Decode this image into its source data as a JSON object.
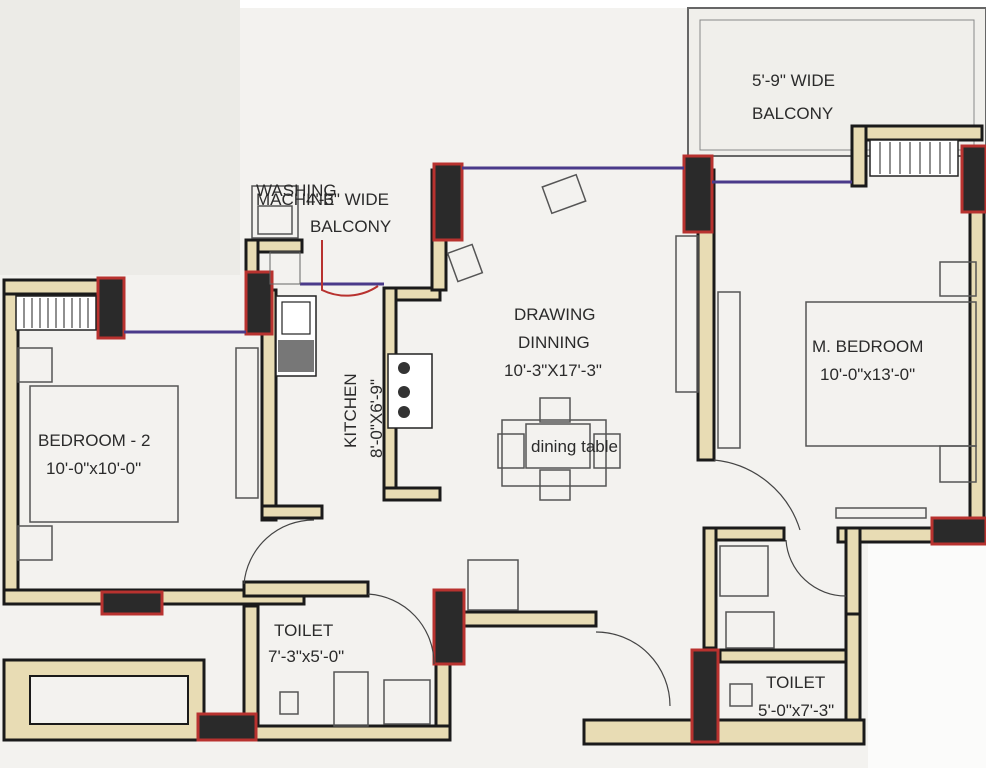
{
  "rooms": {
    "balcony_top": {
      "line1": "5'-9\" WIDE",
      "line2": "BALCONY"
    },
    "balcony_small": {
      "line1": "4'-3\" WIDE",
      "line2": "BALCONY"
    },
    "washing_machine": {
      "line1": "WASHING",
      "line2": "MACHINE"
    },
    "kitchen": {
      "name": "KITCHEN",
      "size": "8'-0\"X6'-9\""
    },
    "drawing": {
      "line1": "DRAWING",
      "line2": "DINNING",
      "size": "10'-3\"X17'-3\""
    },
    "master_bedroom": {
      "name": "M. BEDROOM",
      "size": "10'-0\"x13'-0\""
    },
    "bedroom2": {
      "name": "BEDROOM - 2",
      "size": "10'-0\"x10'-0\""
    },
    "toilet1": {
      "name": "TOILET",
      "size": "7'-3\"x5'-0\""
    },
    "toilet2": {
      "name": "TOILET",
      "size": "5'-0\"x7'-3\""
    },
    "dining_table": {
      "label": "dining table"
    }
  },
  "colors": {
    "wall_fill": "#e8dcb4",
    "wall_outline": "#1a1a1a",
    "column": "#2a2a2a",
    "column_outline": "#b8322f",
    "window": "#4a3a8a",
    "paper": "#f3f2ef"
  }
}
